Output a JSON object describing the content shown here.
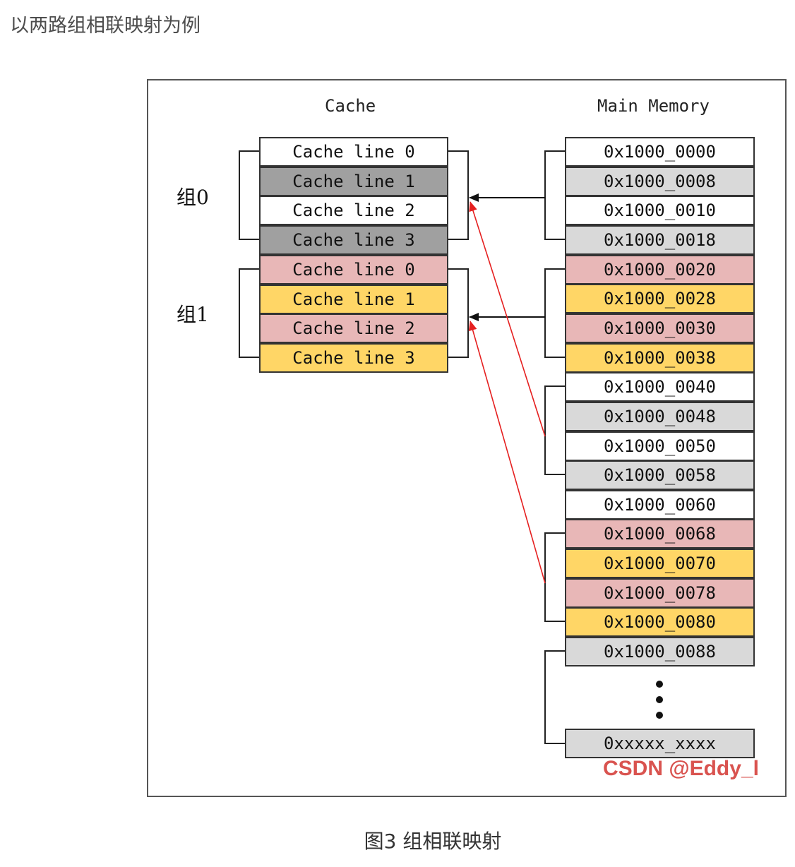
{
  "intro_text": "以两路组相联映射为例",
  "headers": {
    "cache": "Cache",
    "memory": "Main Memory"
  },
  "set_labels": [
    "组0",
    "组1"
  ],
  "cache_lines": [
    {
      "label": "Cache line 0",
      "color": "#ffffff"
    },
    {
      "label": "Cache line 1",
      "color": "#a0a0a0"
    },
    {
      "label": "Cache line 2",
      "color": "#ffffff"
    },
    {
      "label": "Cache line 3",
      "color": "#a0a0a0"
    },
    {
      "label": "Cache line 0",
      "color": "#e8b7b7"
    },
    {
      "label": "Cache line 1",
      "color": "#ffd666"
    },
    {
      "label": "Cache line 2",
      "color": "#e8b7b7"
    },
    {
      "label": "Cache line 3",
      "color": "#ffd666"
    }
  ],
  "memory_blocks": [
    {
      "label": "0x1000_0000",
      "color": "#ffffff"
    },
    {
      "label": "0x1000_0008",
      "color": "#d9d9d9"
    },
    {
      "label": "0x1000_0010",
      "color": "#ffffff"
    },
    {
      "label": "0x1000_0018",
      "color": "#d9d9d9"
    },
    {
      "label": "0x1000_0020",
      "color": "#e8b7b7"
    },
    {
      "label": "0x1000_0028",
      "color": "#ffd666"
    },
    {
      "label": "0x1000_0030",
      "color": "#e8b7b7"
    },
    {
      "label": "0x1000_0038",
      "color": "#ffd666"
    },
    {
      "label": "0x1000_0040",
      "color": "#ffffff"
    },
    {
      "label": "0x1000_0048",
      "color": "#d9d9d9"
    },
    {
      "label": "0x1000_0050",
      "color": "#ffffff"
    },
    {
      "label": "0x1000_0058",
      "color": "#d9d9d9"
    },
    {
      "label": "0x1000_0060",
      "color": "#ffffff"
    },
    {
      "label": "0x1000_0068",
      "color": "#e8b7b7"
    },
    {
      "label": "0x1000_0070",
      "color": "#ffd666"
    },
    {
      "label": "0x1000_0078",
      "color": "#e8b7b7"
    },
    {
      "label": "0x1000_0080",
      "color": "#ffd666"
    },
    {
      "label": "0x1000_0088",
      "color": "#d9d9d9"
    }
  ],
  "last_block": {
    "label": "0xxxxx_xxxx",
    "color": "#d9d9d9"
  },
  "watermark": "CSDN @Eddy_l",
  "caption": "图3 组相联映射",
  "arrow_colors": {
    "black": "#111111",
    "red": "#e52020"
  }
}
